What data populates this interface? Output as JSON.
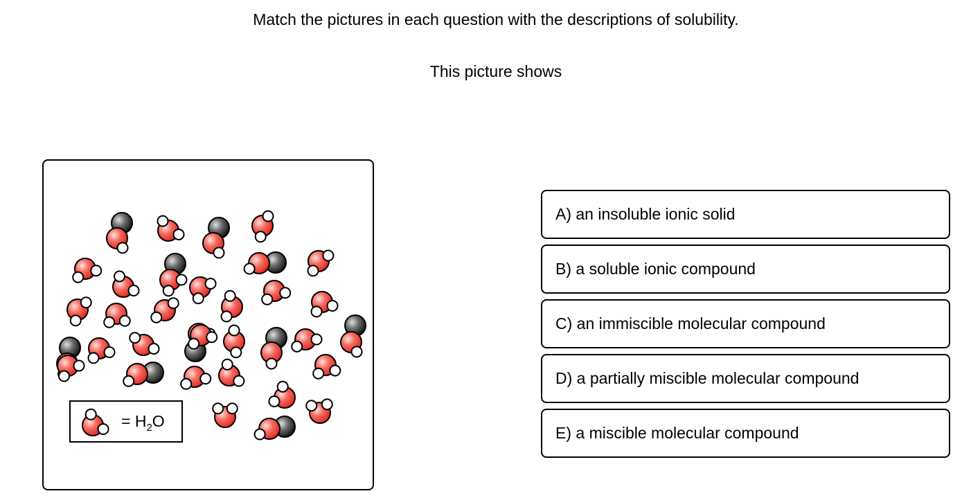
{
  "question": {
    "instruction": "Match the pictures in each question with the descriptions of solubility.",
    "prompt": "This picture shows"
  },
  "picture": {
    "legend_equals": "= H",
    "legend_subscript": "2",
    "legend_tail": "O",
    "colors": {
      "oxygen": "#e8352e",
      "hydrogen": "#ffffff",
      "solute": "#333333"
    }
  },
  "answers": [
    {
      "label": "A) an insoluble ionic solid"
    },
    {
      "label": "B) a soluble ionic compound"
    },
    {
      "label": "C) an immiscible molecular compound"
    },
    {
      "label": "D) a partially miscible molecular compound"
    },
    {
      "label": "E) a miscible molecular compound"
    }
  ]
}
